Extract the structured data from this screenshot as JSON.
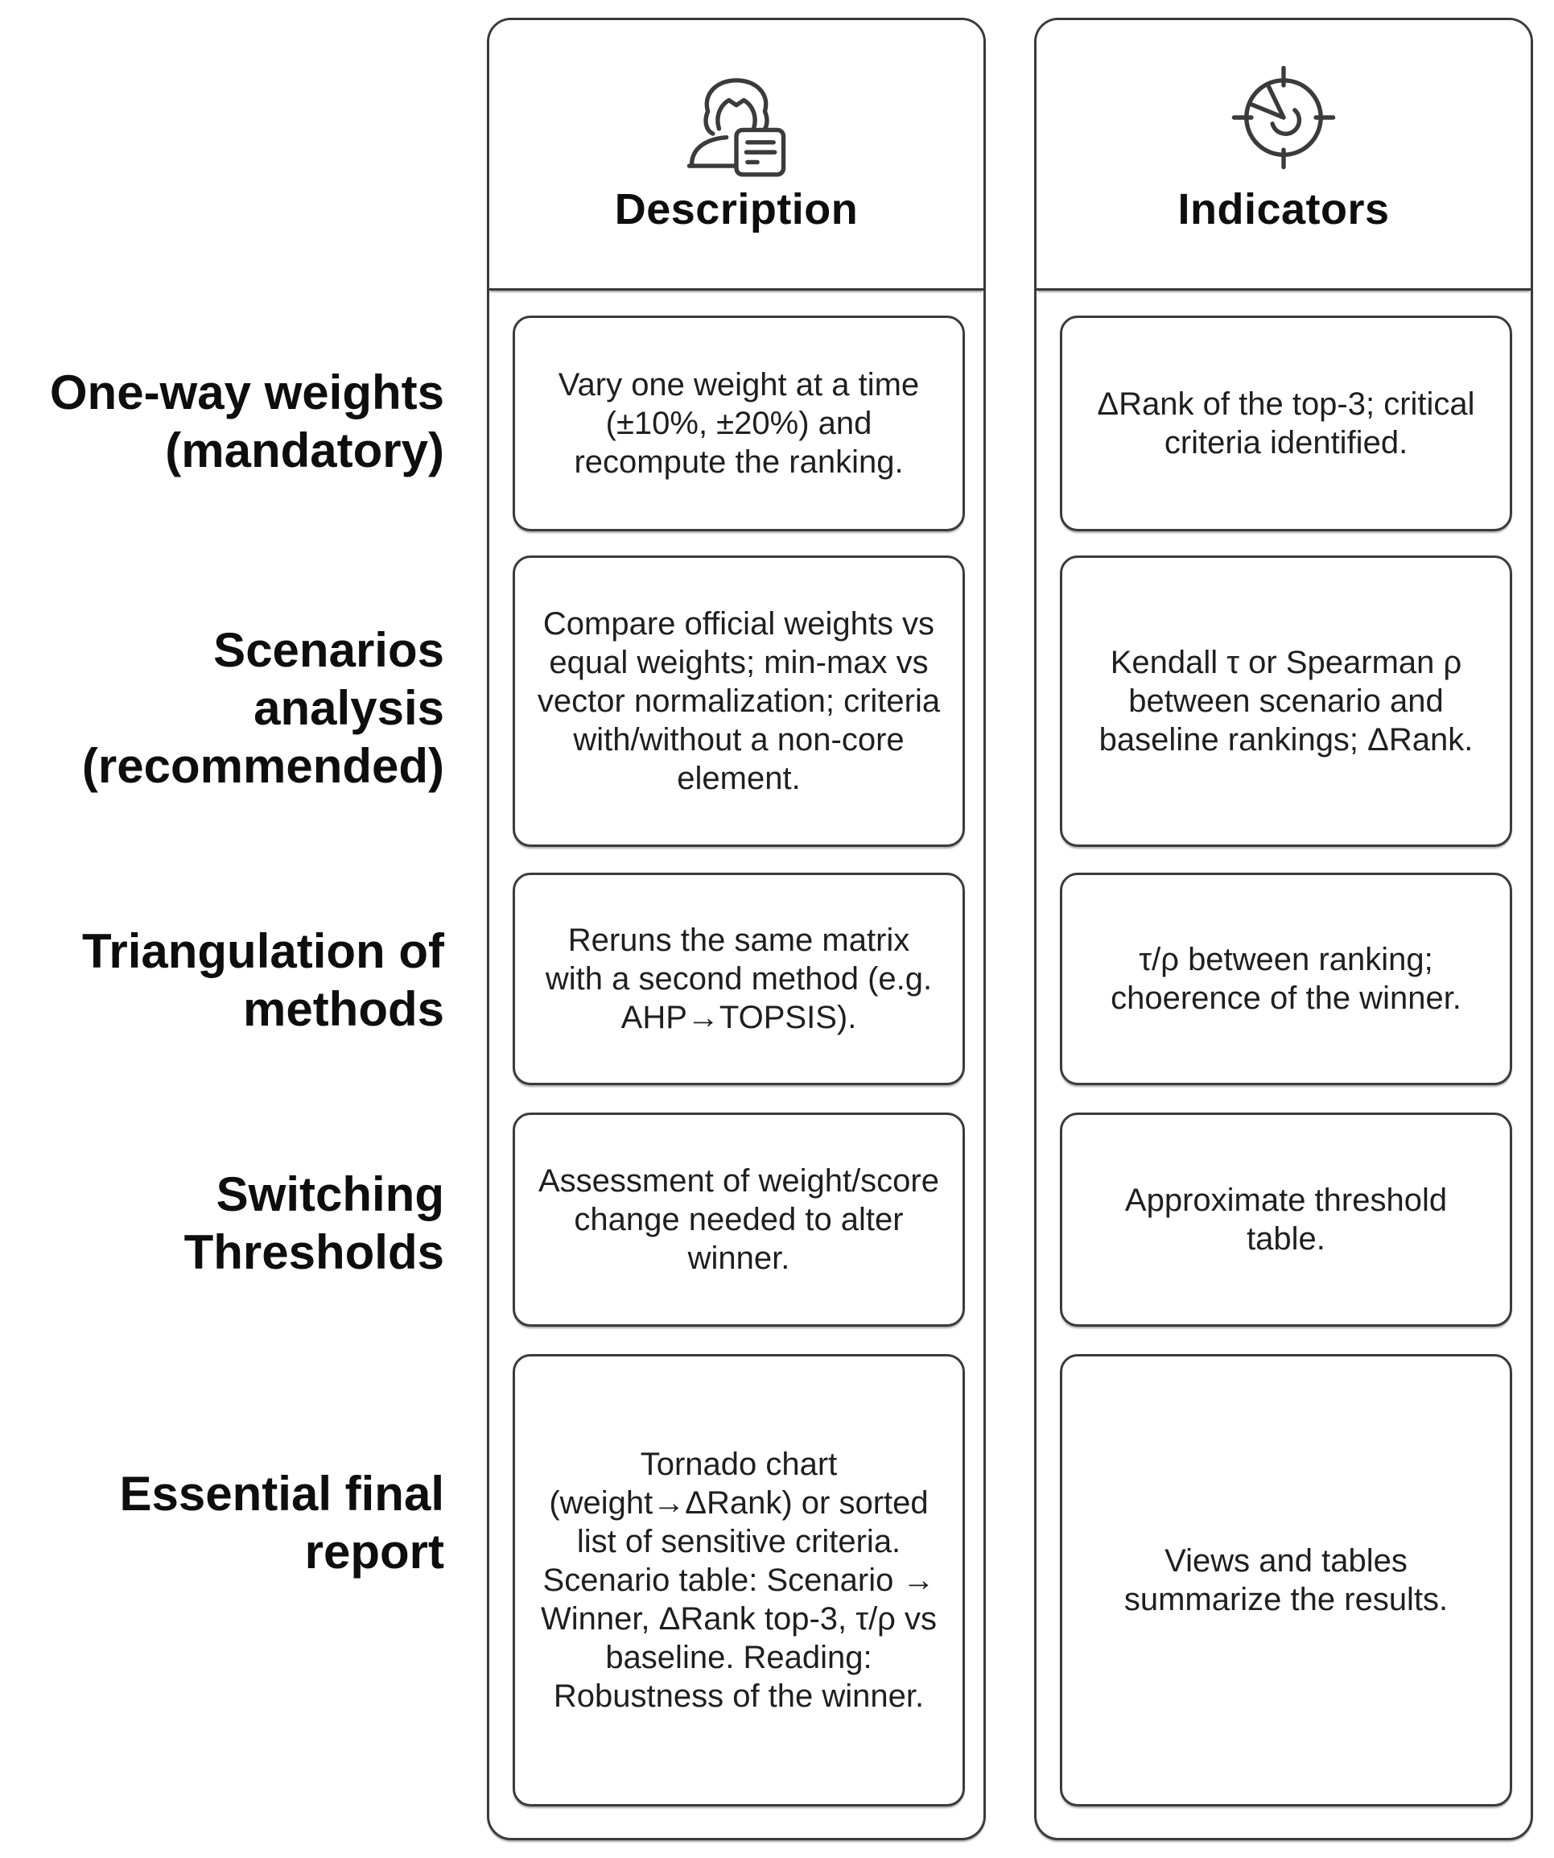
{
  "diagram": {
    "line_color": "#3b3b3b",
    "text_color": "#1f1f1f",
    "heading_color": "#0e0e0e",
    "columns": [
      {
        "title": "Description",
        "icon": "user-profile-card-icon"
      },
      {
        "title": "Indicators",
        "icon": "gauge-icon"
      }
    ],
    "rows": [
      {
        "label": "One-way weights\n(mandatory)",
        "description": "Vary one weight at a time (±10%, ±20%) and recompute the ranking.",
        "indicators": "ΔRank of the top-3; critical criteria identified."
      },
      {
        "label": "Scenarios\nanalysis\n(recommended)",
        "description": "Compare official weights vs equal weights; min-max vs vector normalization; criteria with/without a non-core element.",
        "indicators": "Kendall τ or Spearman ρ between scenario and baseline rankings; ΔRank."
      },
      {
        "label": "Triangulation of\nmethods",
        "description": "Reruns the same matrix with a second method (e.g. AHP→TOPSIS).",
        "indicators": "τ/ρ between ranking; choerence of the winner."
      },
      {
        "label": "Switching\nThresholds",
        "description": "Assessment of weight/score change needed to alter winner.",
        "indicators": "Approximate threshold table."
      },
      {
        "label": "Essential final\nreport",
        "description": "Tornado chart (weight→ΔRank) or sorted list of sensitive criteria. Scenario table: Scenario → Winner, ΔRank top-3, τ/ρ vs baseline. Reading: Robustness of the winner.",
        "indicators": "Views and tables summarize the results."
      }
    ]
  }
}
